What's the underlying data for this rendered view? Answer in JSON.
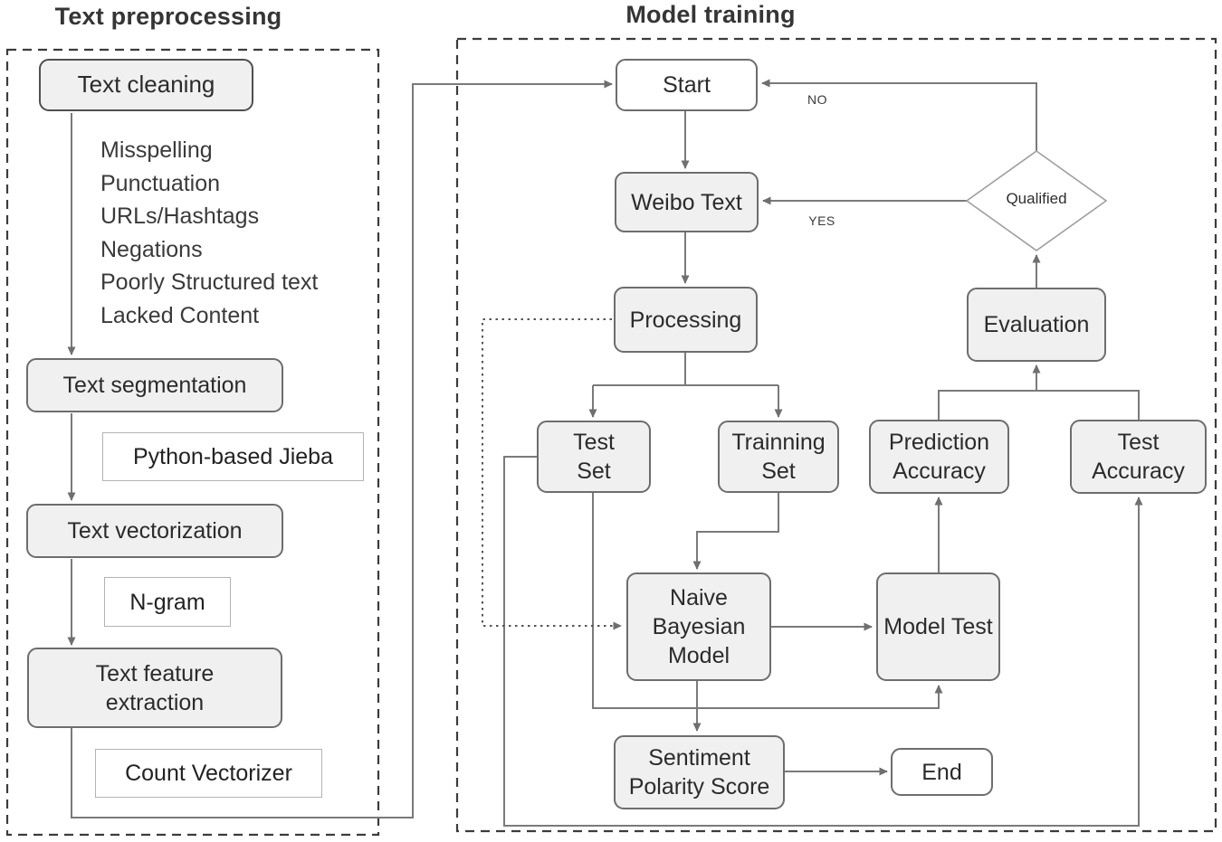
{
  "titles": {
    "left": "Text preprocessing",
    "right": "Model training"
  },
  "left_panel": {
    "nodes": {
      "text_cleaning": "Text cleaning",
      "cleaning_issues": "Misspelling\nPunctuation\nURLs/Hashtags\nNegations\nPoorly Structured text\nLacked Content",
      "text_segmentation": "Text segmentation",
      "jieba": "Python-based Jieba",
      "text_vectorization": "Text vectorization",
      "ngram": "N-gram",
      "text_feature_extraction": "Text feature\nextraction",
      "count_vectorizer": "Count Vectorizer"
    }
  },
  "right_panel": {
    "nodes": {
      "start": "Start",
      "weibo_text": "Weibo Text",
      "processing": "Processing",
      "test_set": "Test\nSet",
      "trainning_set": "Trainning\nSet",
      "prediction_accuracy": "Prediction\nAccuracy",
      "test_accuracy": "Test\nAccuracy",
      "evaluation": "Evaluation",
      "qualified": "Qualified",
      "naive_bayesian_model": "Naive\nBayesian\nModel",
      "model_test": "Model Test",
      "sentiment_polarity_score": "Sentiment\nPolarity Score",
      "end": "End"
    },
    "edge_labels": {
      "no": "NO",
      "yes": "YES"
    }
  },
  "colors": {
    "node_fill": "#f0f0f0",
    "node_border": "#6d6d6d",
    "connector": "#7a7a7a",
    "dashed_frame": "#3c3c3c",
    "annotation_border": "#b3b3b3",
    "diamond_border": "#9e9e9e"
  }
}
